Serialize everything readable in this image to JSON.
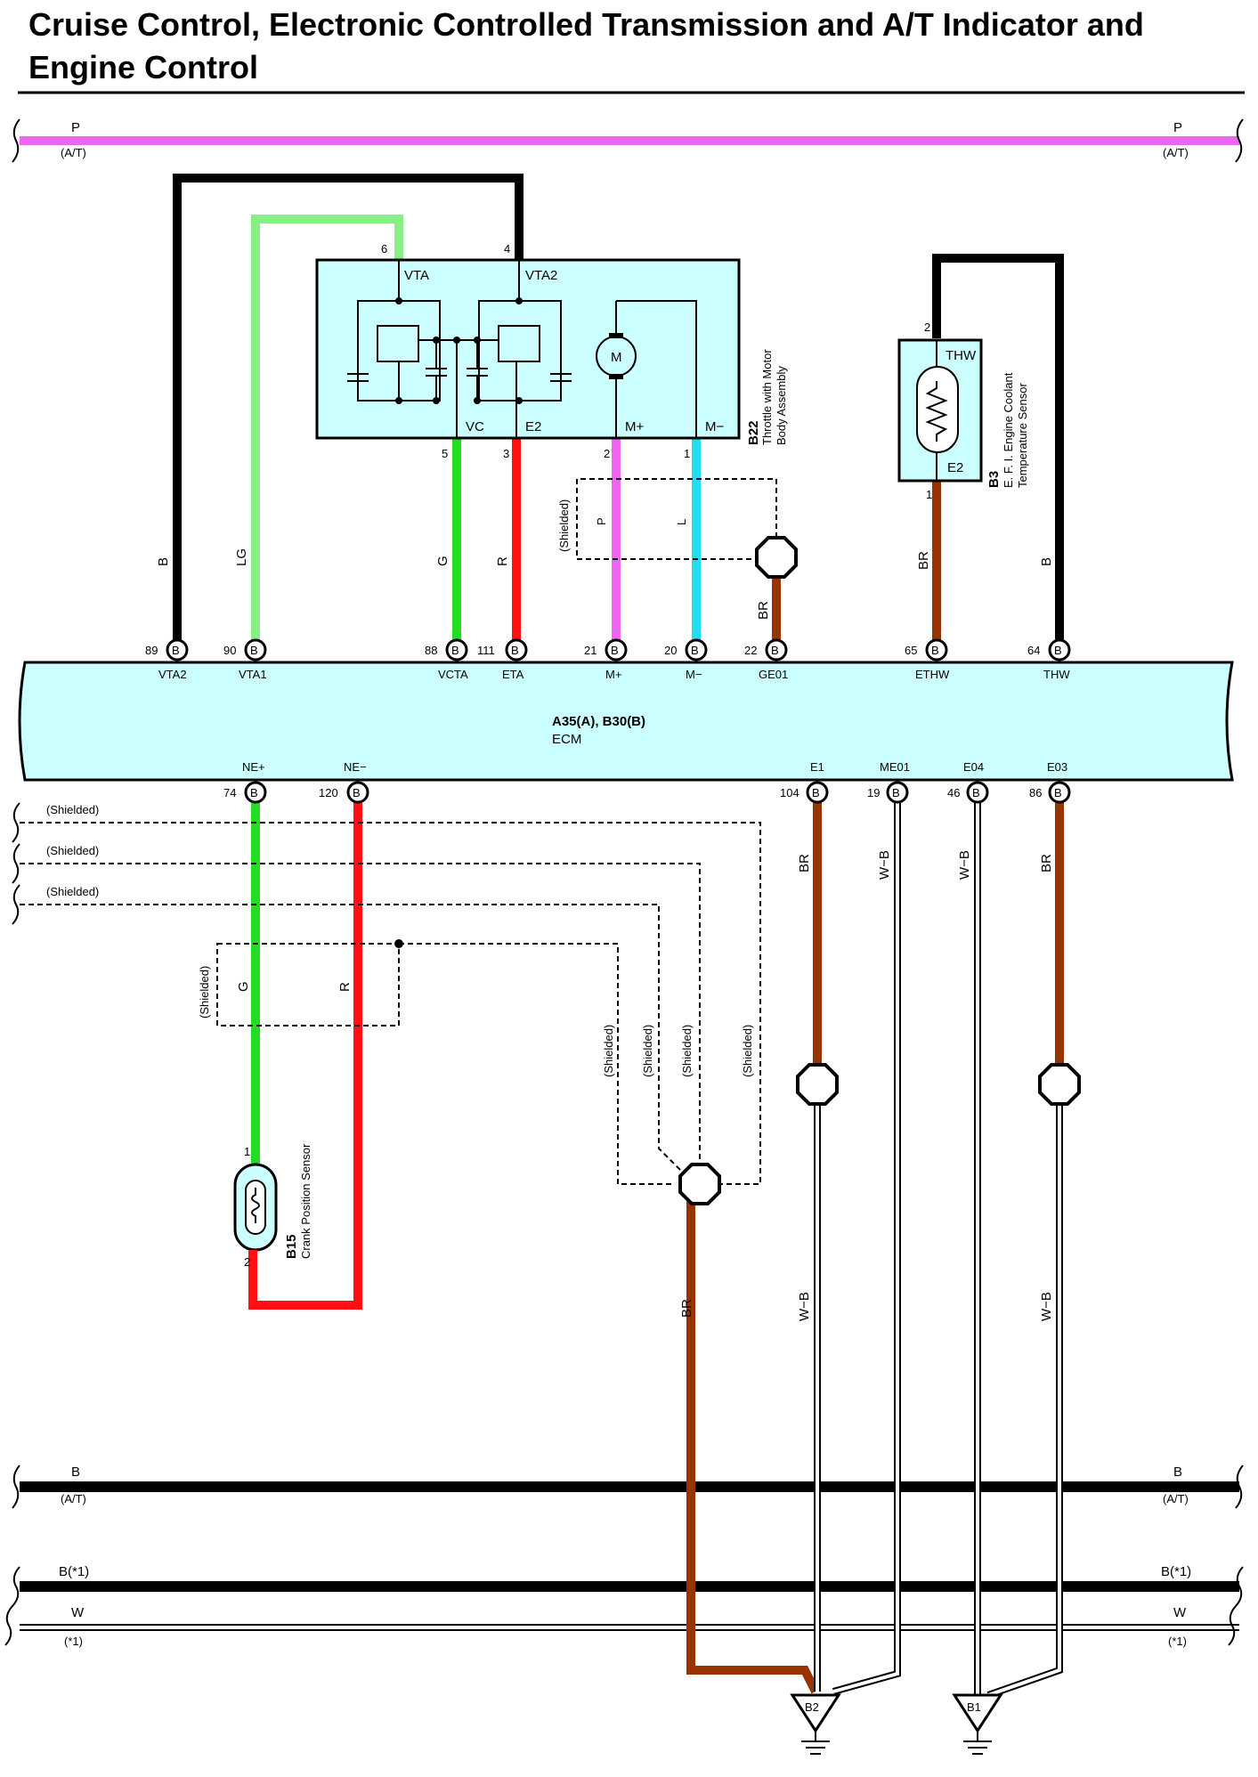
{
  "title": {
    "line1": "Cruise Control, Electronic Controlled Transmission and A/T Indicator and",
    "line2": "Engine Control"
  },
  "colors": {
    "P": "#ee66ee",
    "B": "#000000",
    "LG": "#88ee88",
    "G": "#22dd22",
    "R": "#ff1111",
    "L": "#22ddee",
    "BR": "#993300",
    "W": "#ffffff",
    "component_fill": "#ccffff"
  },
  "buses": {
    "top_p": {
      "color": "P",
      "note": "(A/T)"
    },
    "bottom_b": {
      "color": "B",
      "note": "(A/T)"
    },
    "b1": {
      "label": "B(*1)"
    },
    "w1": {
      "label": "W",
      "note": "(*1)"
    }
  },
  "shielded": "(Shielded)",
  "throttle": {
    "code": "B22",
    "name_line1": "Throttle with Motor",
    "name_line2": "Body Assembly",
    "motor": "M",
    "pins": [
      {
        "no": "6",
        "name": "VTA"
      },
      {
        "no": "4",
        "name": "VTA2"
      },
      {
        "no": "5",
        "name": "VC"
      },
      {
        "no": "3",
        "name": "E2"
      },
      {
        "no": "2",
        "name": "M+"
      },
      {
        "no": "1",
        "name": "M−"
      }
    ]
  },
  "coolant_sensor": {
    "code": "B3",
    "name_line1": "E. F. I. Engine Coolant",
    "name_line2": "Temperature Sensor",
    "pins": [
      {
        "no": "2",
        "name": "THW"
      },
      {
        "no": "1",
        "name": "E2"
      }
    ]
  },
  "crank_sensor": {
    "code": "B15",
    "name": "Crank Position Sensor",
    "pins": [
      "1",
      "2"
    ]
  },
  "ecm": {
    "code": "A35(A), B30(B)",
    "name": "ECM",
    "connector": "B",
    "top_pins": [
      {
        "no": "89",
        "name": "VTA2",
        "wire": "B"
      },
      {
        "no": "90",
        "name": "VTA1",
        "wire": "LG"
      },
      {
        "no": "88",
        "name": "VCTA",
        "wire": "G"
      },
      {
        "no": "111",
        "name": "ETA",
        "wire": "R"
      },
      {
        "no": "21",
        "name": "M+",
        "wire": "P"
      },
      {
        "no": "20",
        "name": "M−",
        "wire": "L"
      },
      {
        "no": "22",
        "name": "GE01",
        "wire": "BR"
      },
      {
        "no": "65",
        "name": "ETHW",
        "wire": "BR"
      },
      {
        "no": "64",
        "name": "THW",
        "wire": "B"
      }
    ],
    "bottom_pins": [
      {
        "no": "74",
        "name": "NE+",
        "wire": "G"
      },
      {
        "no": "120",
        "name": "NE−",
        "wire": "R"
      },
      {
        "no": "104",
        "name": "E1",
        "wire": "BR"
      },
      {
        "no": "19",
        "name": "ME01",
        "wire": "W−B"
      },
      {
        "no": "46",
        "name": "E04",
        "wire": "W−B"
      },
      {
        "no": "86",
        "name": "E03",
        "wire": "BR"
      }
    ]
  },
  "wire_labels": {
    "shield_p": "P",
    "shield_l": "L",
    "crank_g": "G",
    "crank_r": "R",
    "br_junction": "BR",
    "wb_e1_lower": "W−B",
    "wb_e03_lower": "W−B"
  },
  "grounds": [
    "B2",
    "B1"
  ]
}
